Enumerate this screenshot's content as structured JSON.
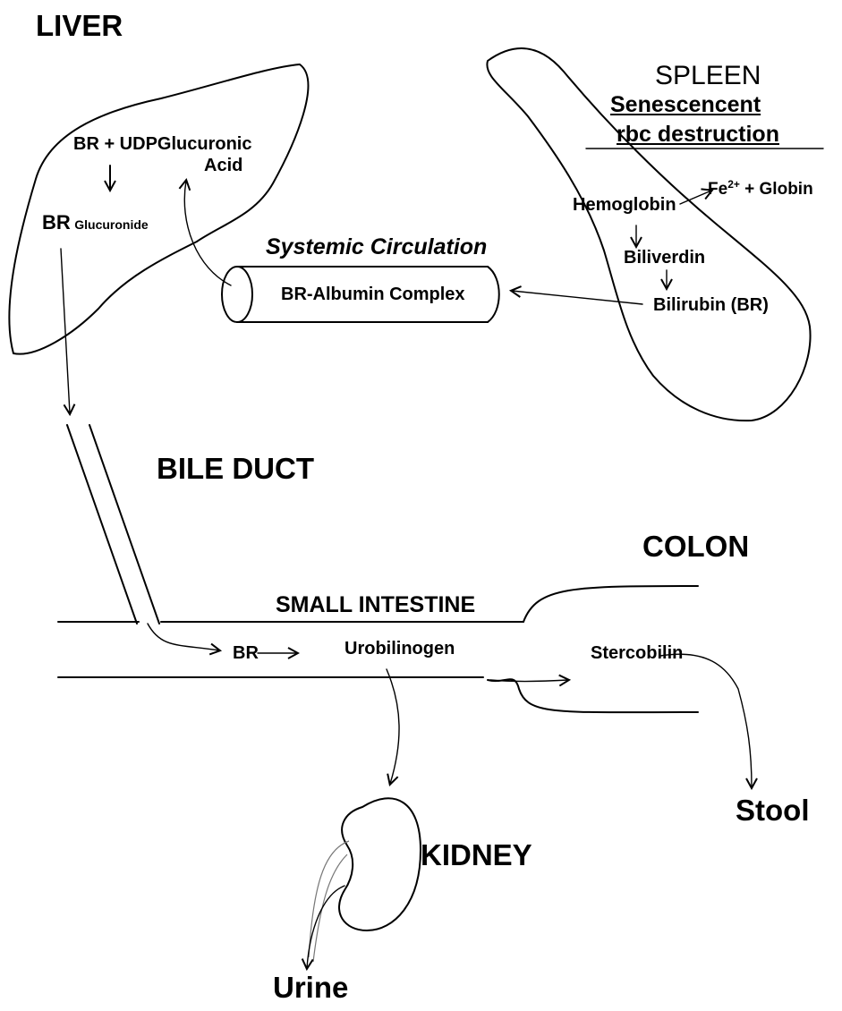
{
  "organs": {
    "liver": "LIVER",
    "spleen": "SPLEEN",
    "bile_duct": "BILE DUCT",
    "colon": "COLON",
    "small_intestine": "SMALL INTESTINE",
    "kidney": "KIDNEY"
  },
  "liver": {
    "conjugation_line1": "BR + UDPGlucuronic",
    "conjugation_line2": "Acid",
    "glucuronide_prefix": "BR",
    "glucuronide_sub": "Glucuronide"
  },
  "spleen": {
    "heading_line1": "Senescencent",
    "heading_line2": "rbc destruction",
    "hemoglobin": "Hemoglobin",
    "fe_prefix": "Fe",
    "fe_charge": "2+",
    "fe_suffix": " + Globin",
    "biliverdin": "Biliverdin",
    "bilirubin": "Bilirubin (BR)"
  },
  "circulation": {
    "title": "Systemic Circulation",
    "complex": "BR-Albumin Complex"
  },
  "intestine": {
    "br": "BR",
    "urobilinogen": "Urobilinogen",
    "stercobilin": "Stercobilin"
  },
  "outputs": {
    "stool": "Stool",
    "urine": "Urine"
  }
}
